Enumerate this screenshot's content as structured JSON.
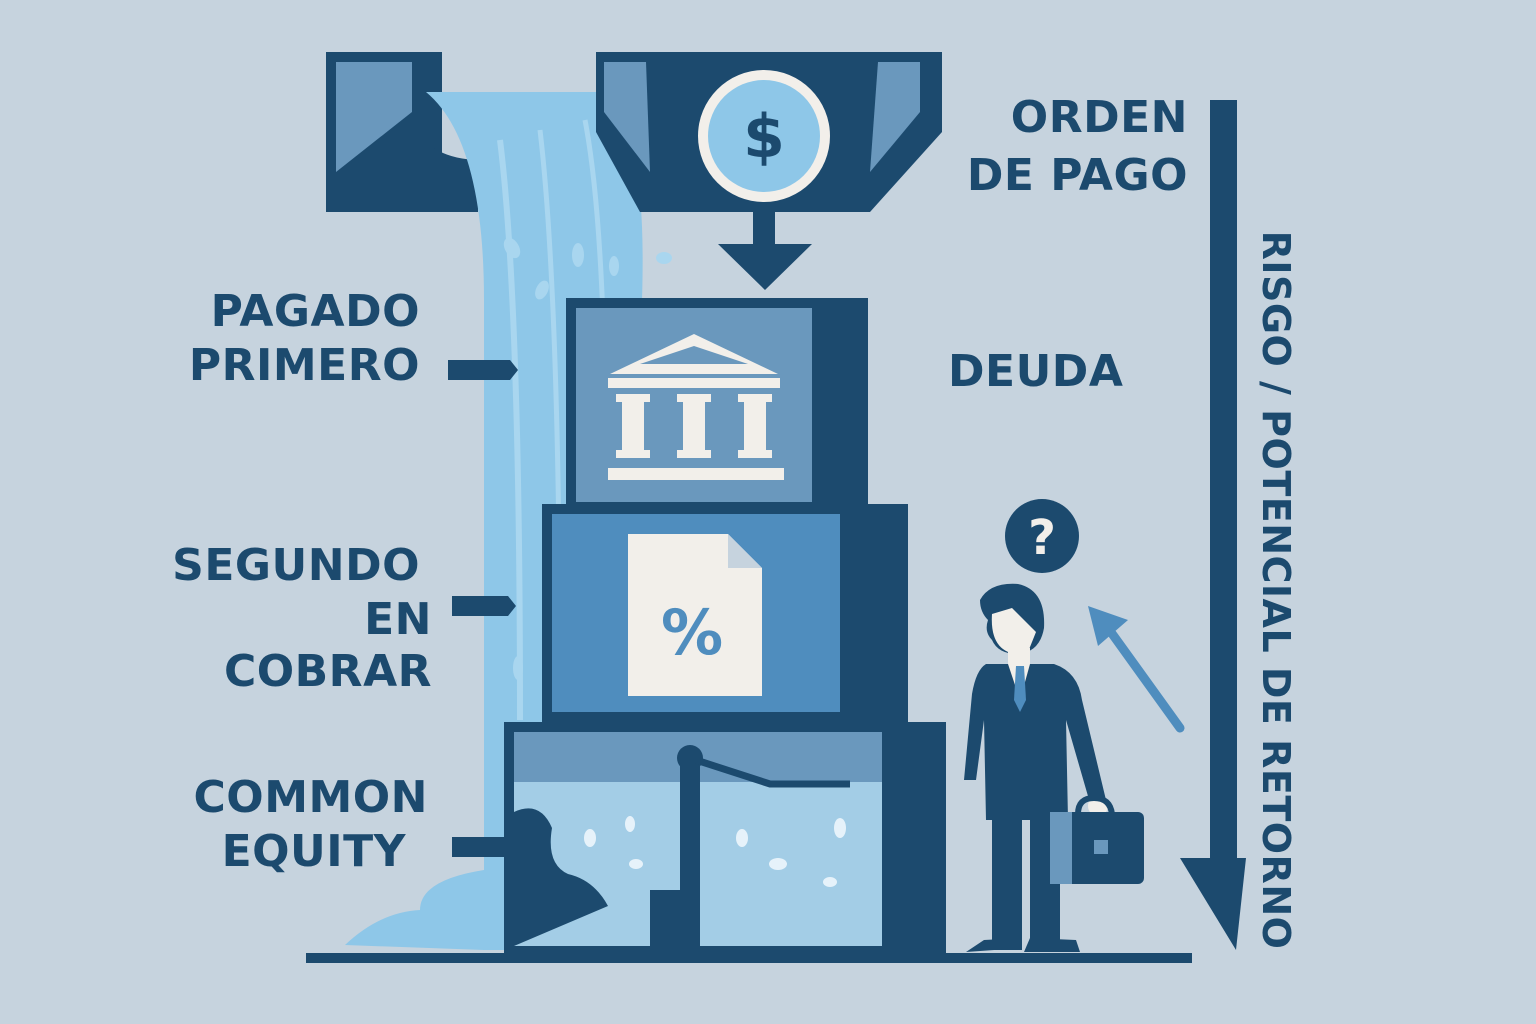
{
  "labels": {
    "orden_line1": "ORDEN",
    "orden_line2": "DE PAGO",
    "deuda": "DEUDA",
    "pagado_line1": "PAGADO",
    "pagado_line2": "PRIMERO",
    "segundo_line1": "SEGUNDO",
    "segundo_line2": "EN COBRAR",
    "common_line1": "COMMON",
    "common_line2": "EQUITY",
    "vertical": "RISGO / POTENCIAL DE RETORNO"
  },
  "icons": {
    "coin_symbol": "$",
    "document_symbol": "%",
    "question_symbol": "?"
  },
  "colors": {
    "background": "#c6d3de",
    "navy": "#1c4a6e",
    "mid_blue": "#6a98bd",
    "light_blue": "#8ec7e8",
    "off_white": "#f2efea"
  }
}
